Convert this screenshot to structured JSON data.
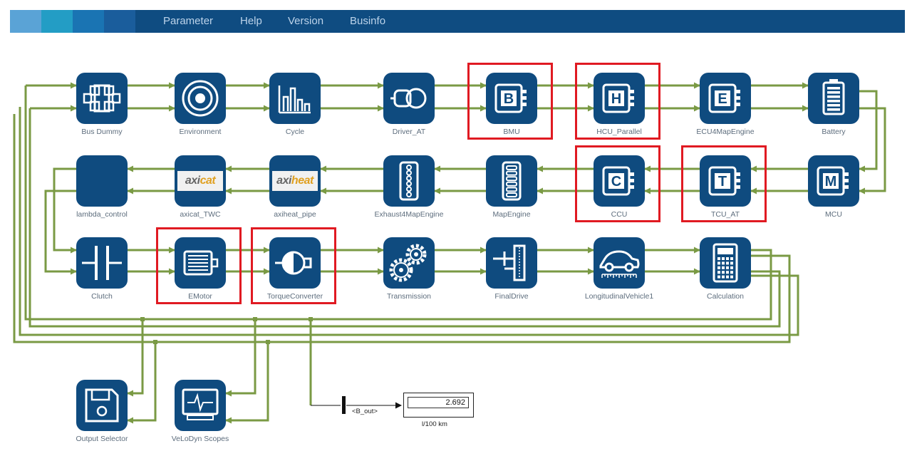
{
  "menu": {
    "items": [
      "Parameter",
      "Help",
      "Version",
      "Businfo"
    ],
    "swatch_colors": [
      "#5aa3d6",
      "#239dc5",
      "#1a74b3",
      "#1a5d9c"
    ],
    "bar_color": "#0f4c81"
  },
  "colors": {
    "block": "#0f4b7f",
    "wire": "#7a9a44",
    "highlight": "#e01a22"
  },
  "blocks": [
    {
      "id": "bus-dummy",
      "label": "Bus Dummy",
      "icon": "bus-icon",
      "row": 1,
      "col": 1
    },
    {
      "id": "environment",
      "label": "Environment",
      "icon": "target-icon",
      "row": 1,
      "col": 2
    },
    {
      "id": "cycle",
      "label": "Cycle",
      "icon": "bar-chart-icon",
      "row": 1,
      "col": 3
    },
    {
      "id": "driver-at",
      "label": "Driver_AT",
      "icon": "driver-icon",
      "row": 1,
      "col": 4
    },
    {
      "id": "bmu",
      "label": "BMU",
      "icon": "letter-b-icon",
      "letter": "B",
      "row": 1,
      "col": 5,
      "highlighted": true
    },
    {
      "id": "hcu-parallel",
      "label": "HCU_Parallel",
      "icon": "letter-h-icon",
      "letter": "H",
      "row": 1,
      "col": 6,
      "highlighted": true
    },
    {
      "id": "ecu4mapengine",
      "label": "ECU4MapEngine",
      "icon": "letter-e-icon",
      "letter": "E",
      "row": 1,
      "col": 7
    },
    {
      "id": "battery",
      "label": "Battery",
      "icon": "battery-icon",
      "row": 1,
      "col": 8
    },
    {
      "id": "lambda-control",
      "label": "lambda_control",
      "icon": "blank-icon",
      "row": 2,
      "col": 1
    },
    {
      "id": "axicat-twc",
      "label": "axicat_TWC",
      "icon": "axicat-logo-icon",
      "logo": [
        "axi",
        "cat"
      ],
      "row": 2,
      "col": 2
    },
    {
      "id": "axiheat-pipe",
      "label": "axiheat_pipe",
      "icon": "axiheat-logo-icon",
      "logo": [
        "axi",
        "heat"
      ],
      "row": 2,
      "col": 3
    },
    {
      "id": "exhaust4mapengine",
      "label": "Exhaust4MapEngine",
      "icon": "exhaust-icon",
      "row": 2,
      "col": 4
    },
    {
      "id": "mapengine",
      "label": "MapEngine",
      "icon": "engine-icon",
      "row": 2,
      "col": 5
    },
    {
      "id": "ccu",
      "label": "CCU",
      "icon": "letter-c-icon",
      "letter": "C",
      "row": 2,
      "col": 6,
      "highlighted": true
    },
    {
      "id": "tcu-at",
      "label": "TCU_AT",
      "icon": "letter-t-icon",
      "letter": "T",
      "row": 2,
      "col": 7,
      "highlighted": true
    },
    {
      "id": "mcu",
      "label": "MCU",
      "icon": "letter-m-icon",
      "letter": "M",
      "row": 2,
      "col": 8
    },
    {
      "id": "clutch",
      "label": "Clutch",
      "icon": "clutch-icon",
      "row": 3,
      "col": 1
    },
    {
      "id": "emotor",
      "label": "EMotor",
      "icon": "motor-icon",
      "row": 3,
      "col": 2,
      "highlighted": true
    },
    {
      "id": "torqueconverter",
      "label": "TorqueConverter",
      "icon": "torque-converter-icon",
      "row": 3,
      "col": 3,
      "highlighted": true
    },
    {
      "id": "transmission",
      "label": "Transmission",
      "icon": "gears-icon",
      "row": 3,
      "col": 4
    },
    {
      "id": "finaldrive",
      "label": "FinalDrive",
      "icon": "final-drive-icon",
      "row": 3,
      "col": 5
    },
    {
      "id": "longitudinalvehicle1",
      "label": "LongitudinalVehicle1",
      "icon": "car-icon",
      "row": 3,
      "col": 6
    },
    {
      "id": "calculation",
      "label": "Calculation",
      "icon": "calculator-icon",
      "row": 3,
      "col": 7
    },
    {
      "id": "output-selector",
      "label": "Output Selector",
      "icon": "floppy-icon",
      "row": 4,
      "col": 1
    },
    {
      "id": "velodyn-scopes",
      "label": "VeLoDyn Scopes",
      "icon": "scope-icon",
      "row": 4,
      "col": 2
    }
  ],
  "signal": {
    "bus_label": "<B_out>",
    "display_value": "2.692",
    "display_unit": "l/100 km"
  }
}
